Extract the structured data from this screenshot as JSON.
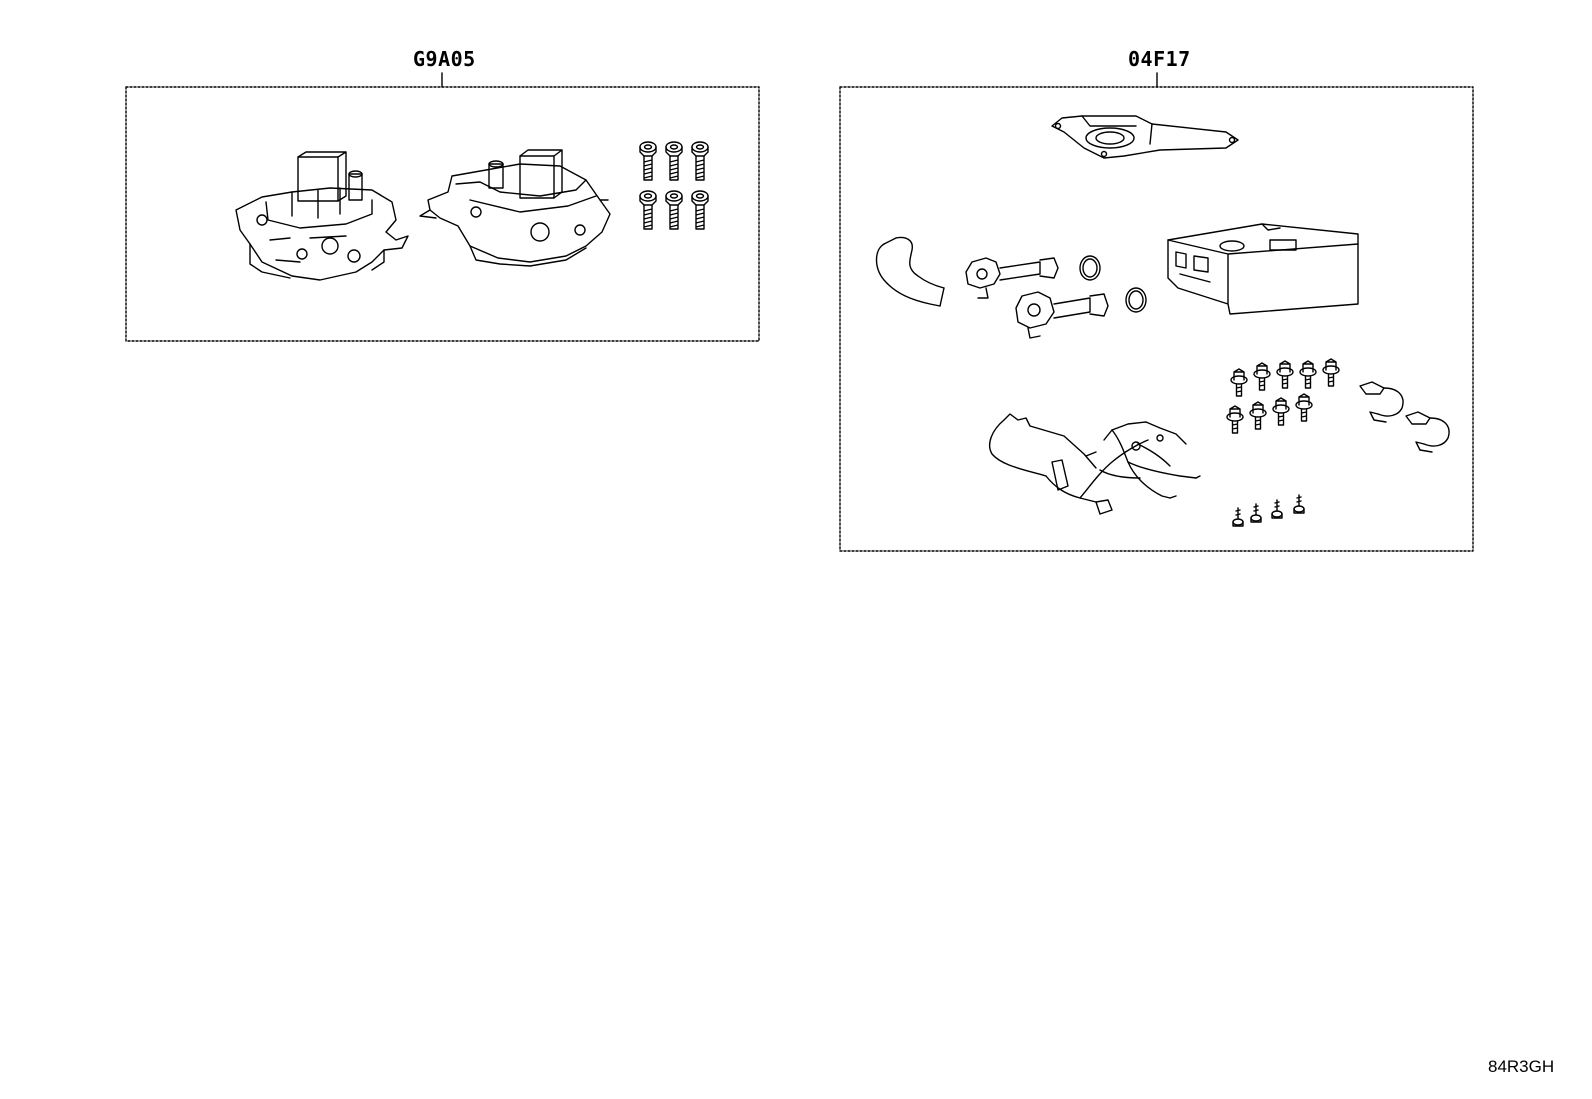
{
  "groups": [
    {
      "code": "G9A05"
    },
    {
      "code": "04F17"
    }
  ],
  "illustration_code": "84R3GH"
}
